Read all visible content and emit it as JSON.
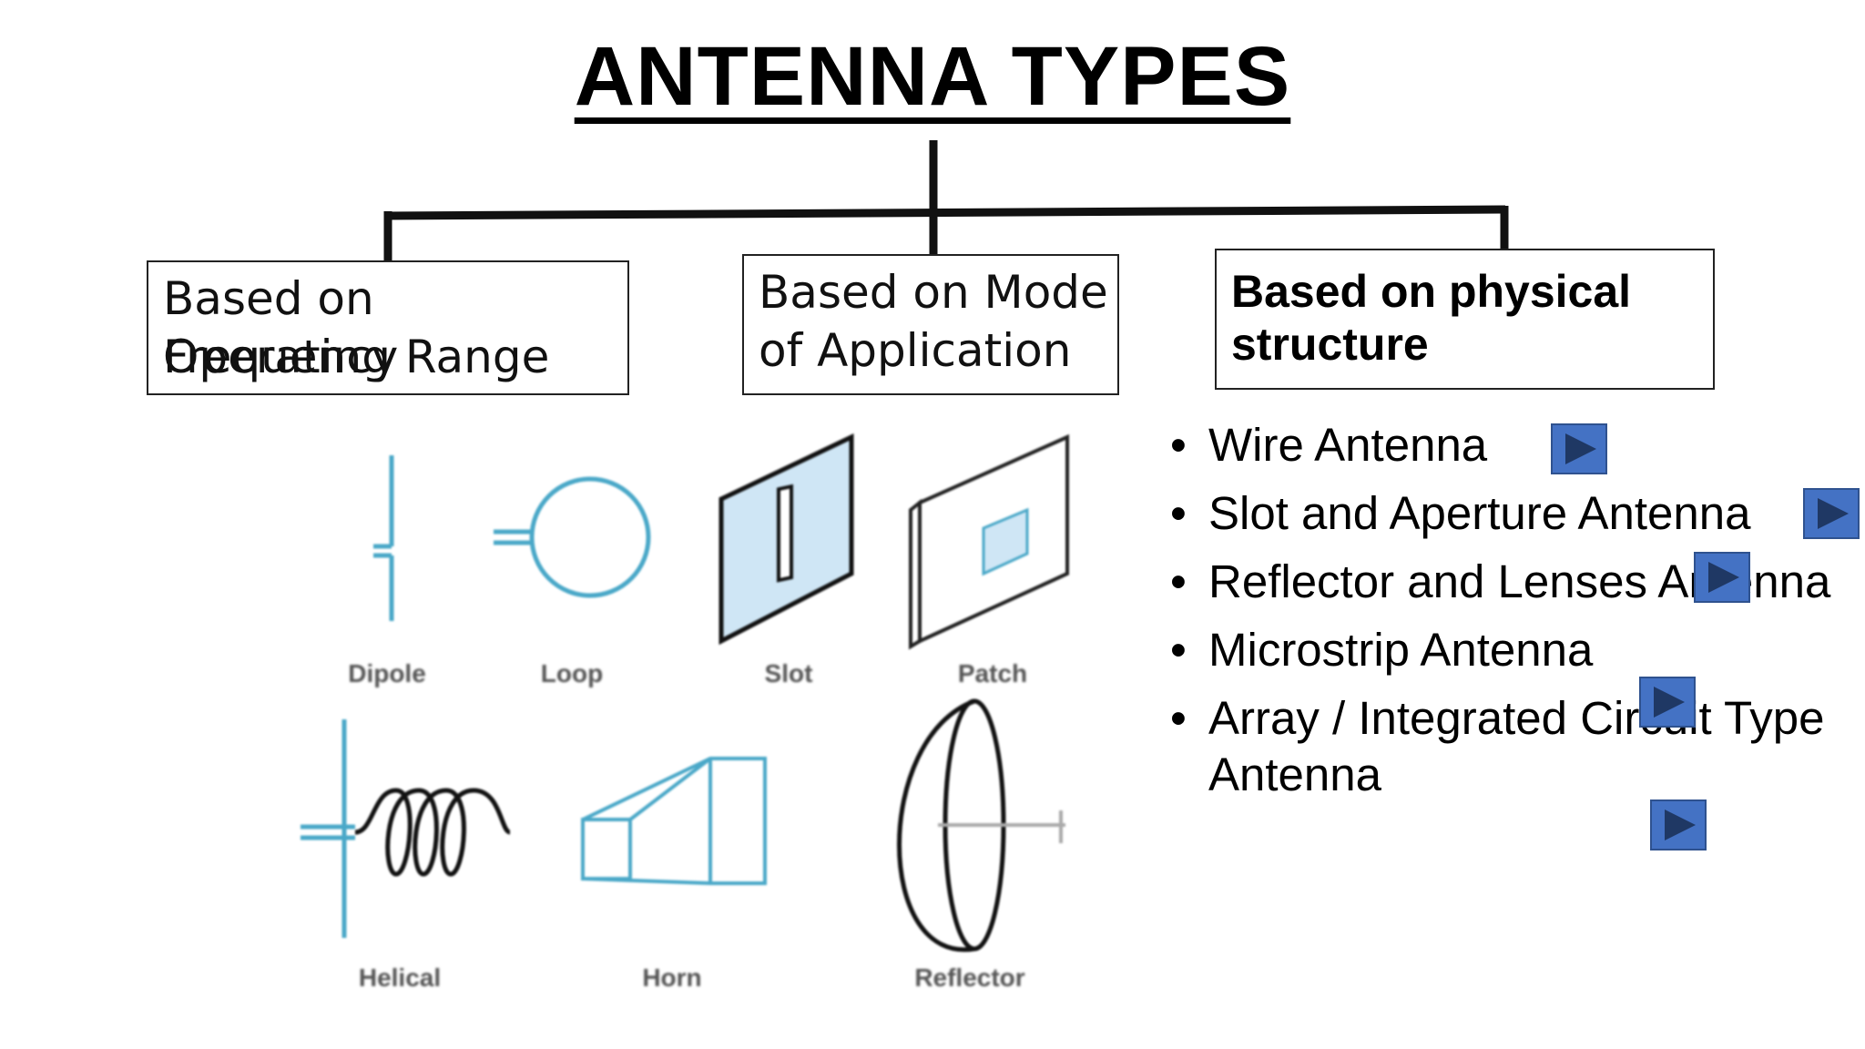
{
  "slide": {
    "title": "ANTENNA TYPES",
    "categories": [
      {
        "label_line1": "Based on Frequency",
        "label_line2": "Operating Range"
      },
      {
        "label_line1": "Based on Mode",
        "label_line2": "of Application"
      },
      {
        "label_line1": "Based on physical",
        "label_line2": "structure"
      }
    ],
    "bullet_char": "•",
    "bullets": [
      "Wire Antenna",
      "Slot and Aperture Antenna",
      "Reflector and Lenses Antenna",
      "Microstrip Antenna",
      "Array / Integrated Circuit Type Antenna"
    ],
    "bullet_last_line1": "Array / Integrated Circuit Type",
    "bullet_last_line2": "Antenna",
    "figure_captions": [
      "Dipole",
      "Loop",
      "Slot",
      "Patch",
      "Helical",
      "Horn",
      "Reflector"
    ],
    "action_button_icon": "play-icon",
    "colors": {
      "accent_blue": "#4472c4",
      "antenna_teal": "#4aa8c8",
      "slot_fill": "#cfe6f5"
    }
  }
}
